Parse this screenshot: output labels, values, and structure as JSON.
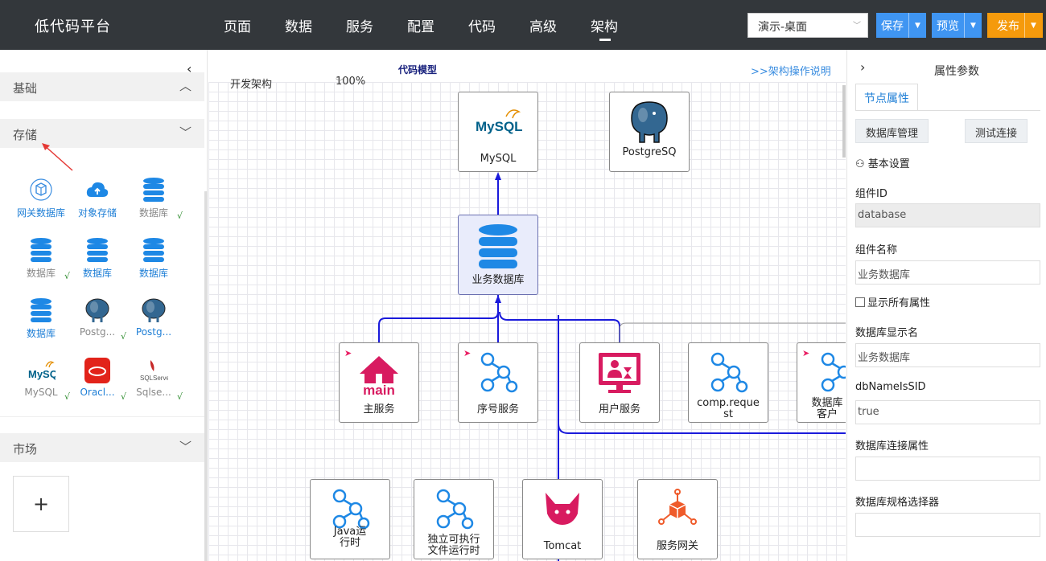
{
  "app": {
    "title": "低代码平台"
  },
  "nav": {
    "items": [
      "页面",
      "数据",
      "服务",
      "配置",
      "代码",
      "高级",
      "架构"
    ],
    "active": "架构"
  },
  "toolbar": {
    "env_select": "演示-桌面",
    "save": "保存",
    "preview": "预览",
    "publish": "发布",
    "colors": {
      "save": "#3f95f2",
      "preview": "#3f95f2",
      "publish": "#f59a0c"
    }
  },
  "left": {
    "sections": {
      "basic": "基础",
      "storage": "存储",
      "market": "市场"
    },
    "items": [
      {
        "label": "网关数据库",
        "icon": "gateway-db-icon",
        "check": ""
      },
      {
        "label": "对象存储",
        "icon": "cloud-storage-icon",
        "check": ""
      },
      {
        "label": "数据库",
        "icon": "database-icon",
        "check": "√"
      },
      {
        "label": "数据库",
        "icon": "database-icon",
        "check": "√"
      },
      {
        "label": "数据库",
        "icon": "database-icon",
        "check": ""
      },
      {
        "label": "数据库",
        "icon": "database-icon",
        "check": ""
      },
      {
        "label": "数据库",
        "icon": "database-icon",
        "check": ""
      },
      {
        "label": "Postg...",
        "icon": "postgres-icon",
        "check": "√"
      },
      {
        "label": "Postg...",
        "icon": "postgres-icon",
        "check": ""
      },
      {
        "label": "MySQL",
        "icon": "mysql-icon",
        "check": "√"
      },
      {
        "label": "Oracl...",
        "icon": "oracle-icon",
        "check": "√"
      },
      {
        "label": "Sqlse...",
        "icon": "sqlserver-icon",
        "check": "√"
      }
    ],
    "plus": "+"
  },
  "canvas": {
    "toolbar": {
      "mode": "开发架构",
      "zoom": "100%",
      "model": "代码模型",
      "help": ">>架构操作说明"
    },
    "nodes": {
      "mysql": "MySQL",
      "postgres": "PostgreSQ",
      "bizdb": "业务数据库",
      "main": "主服务",
      "seq": "序号服务",
      "user": "用户服务",
      "comp": "comp.request",
      "dbclient": "数据库客户",
      "java": "Java运行时",
      "standalone": "独立可执行文件运行时",
      "tomcat": "Tomcat",
      "gateway": "服务网关"
    },
    "logos": {
      "mysql": "MySQL",
      "main": "main"
    }
  },
  "right": {
    "title": "属性参数",
    "tab": "节点属性",
    "btn_db": "数据库管理",
    "btn_test": "测试连接",
    "basic": "基本设置",
    "component_id_label": "组件ID",
    "component_id": "database",
    "component_name_label": "组件名称",
    "component_name": "业务数据库",
    "show_all": "显示所有属性",
    "db_display_label": "数据库显示名",
    "db_display": "业务数据库",
    "dbname_label": "dbNameIsSID",
    "dbname": "true",
    "conn_label": "数据库连接属性",
    "conn": "",
    "spec_label": "数据库规格选择器",
    "spec": ""
  }
}
